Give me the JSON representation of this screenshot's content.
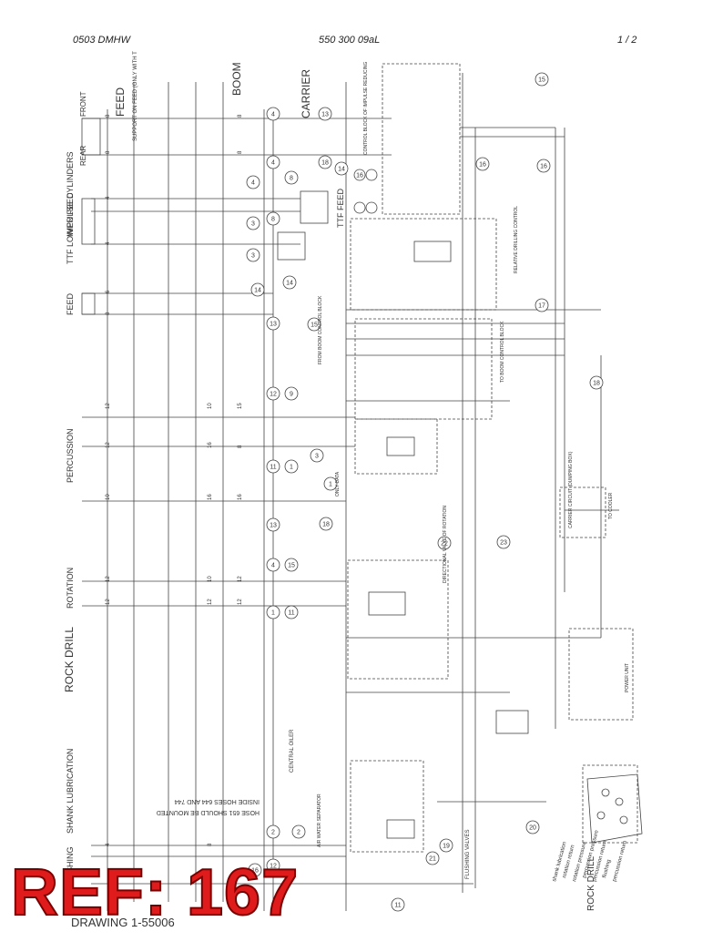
{
  "header": {
    "left": "0503 DMHW",
    "center": "550 300 09aL",
    "right": "1 /  2"
  },
  "section_labels": {
    "feed": "FEED",
    "boom": "BOOM",
    "carrier": "CARRIER",
    "rock_drill": "ROCK DRILL",
    "impulse_cylinders": "IMPULSE CYLINDERS",
    "front": "FRONT",
    "rear": "REAR",
    "ttf_lower_feed": "TTF LOWER FEED",
    "feed_bottom": "FEED",
    "percussion": "PERCUSSION",
    "rotation": "ROTATION",
    "shank_lubrication": "SHANK LUBRICATION",
    "flushing": "FLUSHING",
    "ttf_feed": "TTF FEED",
    "support": "SUPPORT ON FEED (ONLY WITH T"
  },
  "notes": {
    "hose_note_1": "HOSE 651 SHOULD BE MOUNTED",
    "hose_note_2": "INSIDE HOSES 644 AND 744",
    "central_oiler": "CENTRAL OILER",
    "flushing_valves": "FLUSHING VALVES",
    "control_block": "CONTROL BLOCK OF IMPULSE REDUCING",
    "directional_valve": "DIRECTIONAL VALVE OF ROTATION",
    "carrier_circuit": "CARRIER CIRCUIT (DUMPING BOX)",
    "to_cooler": "TO COOLER",
    "from_boom_control": "FROM BOOM CONTROL BLOCK",
    "to_boom_control": "TO BOOM CONTROL BLOCK",
    "power_unit": "POWER UNIT",
    "drilling_control": "RELATIVE DRILLING CONTROL",
    "only_data": "ONLY DATA",
    "water_separator": "AIR WATER SEPARATOR"
  },
  "rock_drill_legend": {
    "title": "ROCK DRILL",
    "items": [
      "shank lubrication",
      "rotation return",
      "rotation pressure",
      "percussion pressure",
      "percussion return",
      "flushing",
      "percussion return"
    ]
  },
  "line_numbers": {
    "col1": [
      "8",
      "8",
      "4",
      "4",
      "6",
      "8",
      "12",
      "12",
      "10",
      "12",
      "12",
      "4"
    ],
    "col2": [
      "10",
      "16",
      "16",
      "10",
      "12",
      "8"
    ],
    "col3": [
      "8",
      "8",
      "15",
      "8",
      "16",
      "12",
      "12"
    ]
  },
  "balloons": [
    "4",
    "4",
    "13",
    "18",
    "4",
    "3",
    "8",
    "3",
    "14",
    "14",
    "13",
    "12",
    "9",
    "11",
    "1",
    "13",
    "4",
    "15",
    "1",
    "11",
    "2",
    "12",
    "16",
    "2",
    "18",
    "3",
    "15",
    "8",
    "14",
    "15",
    "16",
    "16",
    "17",
    "18",
    "22",
    "23",
    "21",
    "19",
    "20",
    "11",
    "1",
    "16"
  ],
  "drawing_number": "DRAWING 1-55006",
  "ref_badge": "REF: 167"
}
